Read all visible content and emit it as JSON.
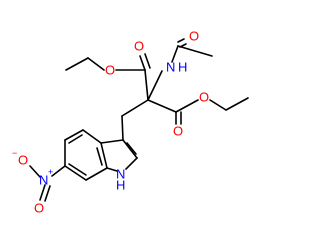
{
  "molecule": {
    "colors": {
      "bond": "#000000",
      "oxygen": "#ff0000",
      "nitrogen": "#0000ff",
      "background": "#ffffff"
    },
    "labels": {
      "acetyl_o": "O",
      "nh": "N",
      "nh_h": "H",
      "ester1_o_carbonyl": "O",
      "ester1_o_ether": "O",
      "ester2_o_carbonyl": "O",
      "ester2_o_ether": "O",
      "nitro_o_minus": "O",
      "nitro_minus_sign": "−",
      "nitro_n": "N",
      "nitro_plus_sign": "+",
      "nitro_o_double": "O",
      "indole_nh": "N",
      "indole_h": "H"
    }
  }
}
